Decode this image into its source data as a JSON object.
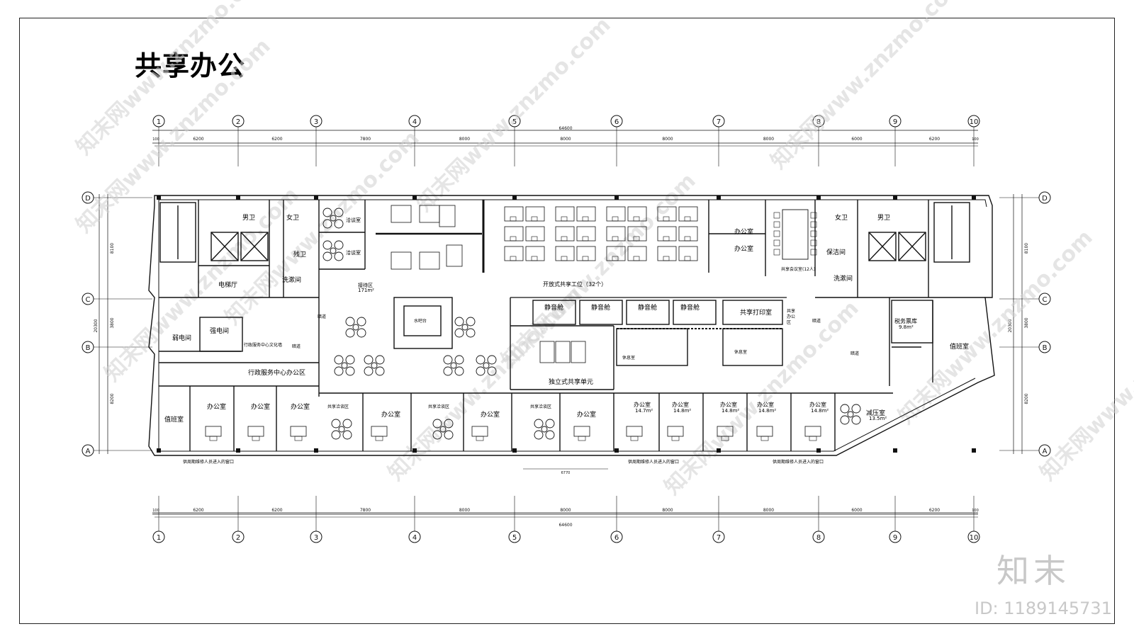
{
  "title": "共享办公",
  "brand": {
    "logo_text": "知末",
    "id_text": "ID: 1189145731",
    "watermark": "知末网www.znzmo.com"
  },
  "axes": {
    "columns": [
      "1",
      "2",
      "3",
      "4",
      "5",
      "6",
      "7",
      "8",
      "9",
      "10"
    ],
    "rows": [
      "D",
      "C",
      "B",
      "A"
    ],
    "col_spacings": [
      "6200",
      "6200",
      "7800",
      "8000",
      "8000",
      "8000",
      "8000",
      "6000",
      "6200"
    ],
    "total_width": "64600",
    "row_spacings": [
      "8100",
      "3800",
      "8200"
    ],
    "total_height": "20300",
    "edge_dim": "100",
    "bottom_sub_dim": "6770"
  },
  "rooms": {
    "stair": "",
    "male_wc": "男卫",
    "female_wc": "女卫",
    "access_wc": "残卫",
    "wash_room": "洗漱间",
    "elevator_hall": "电梯厅",
    "weak_elec": "弱电间",
    "strong_elec": "强电间",
    "admin_service": "行政服务中心办公区",
    "admin_sub": "行政服务中心文化墙",
    "duty_room": "值班室",
    "office": "办公室",
    "talk_room": "洽谈室",
    "reception": "接待区",
    "reception_area": "171m²",
    "water_bar": "水吧台",
    "open_workstation": "开放式共享工位（32个）",
    "quiet_pod": "静音舱",
    "shared_print": "共享打印室",
    "independent_unit": "独立式共享单元",
    "shared_meeting": "共享会议室(12人)",
    "cleaning_room": "保洁间",
    "tax_store": "税务票库",
    "tax_area": "9.8m²",
    "decompress": "减压室",
    "decompress_area": "13.5m²",
    "shared_discussion": "共享洽谈区",
    "rest_room": "休息室",
    "shared_office_area": "共享办公区",
    "area_1": "14.7m²",
    "area_2": "14.8m²",
    "area_3": "14.8m²",
    "area_4": "14.8m²",
    "area_5": "14.8m²",
    "entrance_1": "供周期维修人员进入的窗口",
    "entrance_2": "供周期维修人员进入的窗口",
    "entrance_3": "供周期维修人员进入的窗口",
    "passage": "暗道"
  },
  "colors": {
    "line": "#111111",
    "watermark": "#d0d0d0",
    "brand": "#c8c8c8"
  }
}
